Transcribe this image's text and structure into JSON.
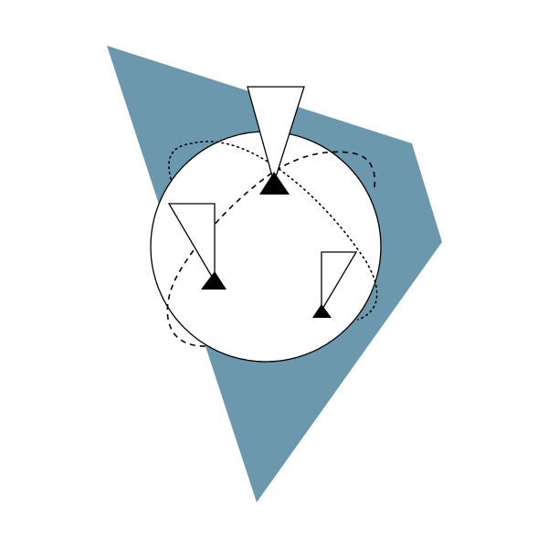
{
  "colors": {
    "background": "#ffffff",
    "polygon_fill": "#6b98ad",
    "circle_fill": "#ffffff",
    "stroke": "#000000",
    "marker_fill": "#000000",
    "fan_fill": "#ffffff"
  },
  "elements": {
    "background_polygon": {
      "shape": "quadrilateral"
    },
    "circle": {
      "shape": "circle"
    },
    "dotted_curve": {
      "style": "dotted"
    },
    "dashed_curve": {
      "style": "dashed"
    },
    "markers": [
      {
        "name": "top",
        "symbol": "filled-triangle",
        "fan": "large-wedge"
      },
      {
        "name": "left",
        "symbol": "filled-triangle",
        "fan": "right-triangle"
      },
      {
        "name": "right",
        "symbol": "filled-triangle",
        "fan": "right-triangle"
      }
    ]
  }
}
